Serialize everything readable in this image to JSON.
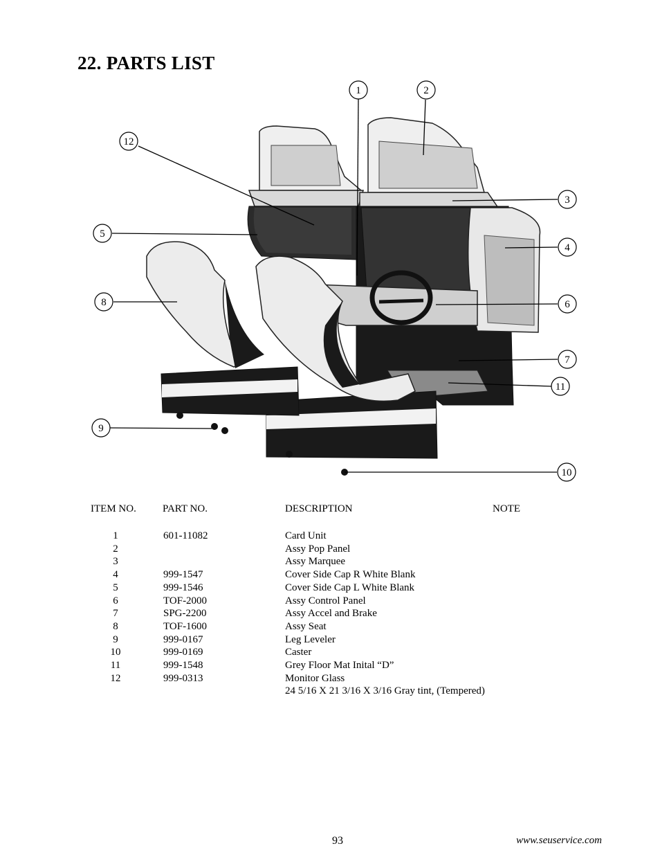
{
  "page": {
    "title": "22.  PARTS LIST",
    "page_number": "93",
    "website": "www.seuservice.com"
  },
  "table": {
    "headers": {
      "item": "ITEM NO.",
      "part": "PART NO.",
      "description": "DESCRIPTION",
      "note": "NOTE"
    },
    "rows": [
      {
        "item": "1",
        "part": "601-11082",
        "description": "Card Unit"
      },
      {
        "item": "2",
        "part": "",
        "description": "Assy Pop Panel"
      },
      {
        "item": "3",
        "part": "",
        "description": "Assy Marquee"
      },
      {
        "item": "4",
        "part": "999-1547",
        "description": "Cover Side Cap R White Blank"
      },
      {
        "item": "5",
        "part": "999-1546",
        "description": "Cover Side Cap L White Blank"
      },
      {
        "item": "6",
        "part": "TOF-2000",
        "description": "Assy Control Panel"
      },
      {
        "item": "7",
        "part": "SPG-2200",
        "description": "Assy Accel and Brake"
      },
      {
        "item": "8",
        "part": "TOF-1600",
        "description": "Assy Seat"
      },
      {
        "item": "9",
        "part": "999-0167",
        "description": "Leg Leveler"
      },
      {
        "item": "10",
        "part": "999-0169",
        "description": "Caster"
      },
      {
        "item": "11",
        "part": "999-1548",
        "description": "Grey Floor Mat Inital “D”"
      },
      {
        "item": "12",
        "part": "999-0313",
        "description": "Monitor Glass"
      },
      {
        "item": "",
        "part": "",
        "description": "24 5/16 X 21 3/16 X 3/16 Gray tint, (Tempered)"
      }
    ]
  },
  "callouts": [
    "1",
    "2",
    "3",
    "4",
    "5",
    "6",
    "7",
    "8",
    "9",
    "10",
    "11",
    "12"
  ],
  "colors": {
    "ink": "#000000",
    "paper": "#ffffff",
    "cabinet": "#e6e6e6",
    "dark": "#1a1a1a"
  }
}
